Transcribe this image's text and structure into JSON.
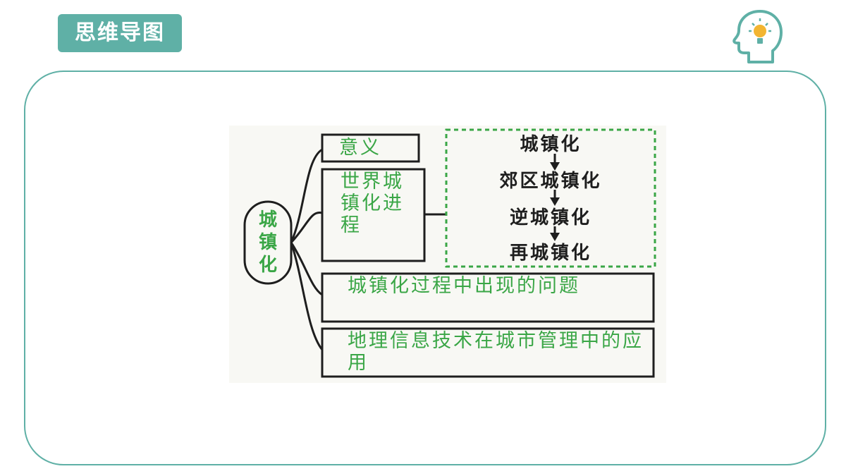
{
  "header": {
    "title": "思维导图",
    "icon": "head-lightbulb-icon",
    "accent_color": "#5fb0a6"
  },
  "mindmap": {
    "root": "城镇化",
    "branches": [
      {
        "label": "意义"
      },
      {
        "label": "世界城镇化进程"
      },
      {
        "label": "城镇化过程中出现的问题"
      },
      {
        "label": "地理信息技术在城市管理中的应用"
      }
    ],
    "process": [
      "城镇化",
      "郊区城镇化",
      "逆城镇化",
      "再城镇化"
    ],
    "branch_text_color": "#3aa646",
    "process_text_color": "#1e1e1e"
  }
}
